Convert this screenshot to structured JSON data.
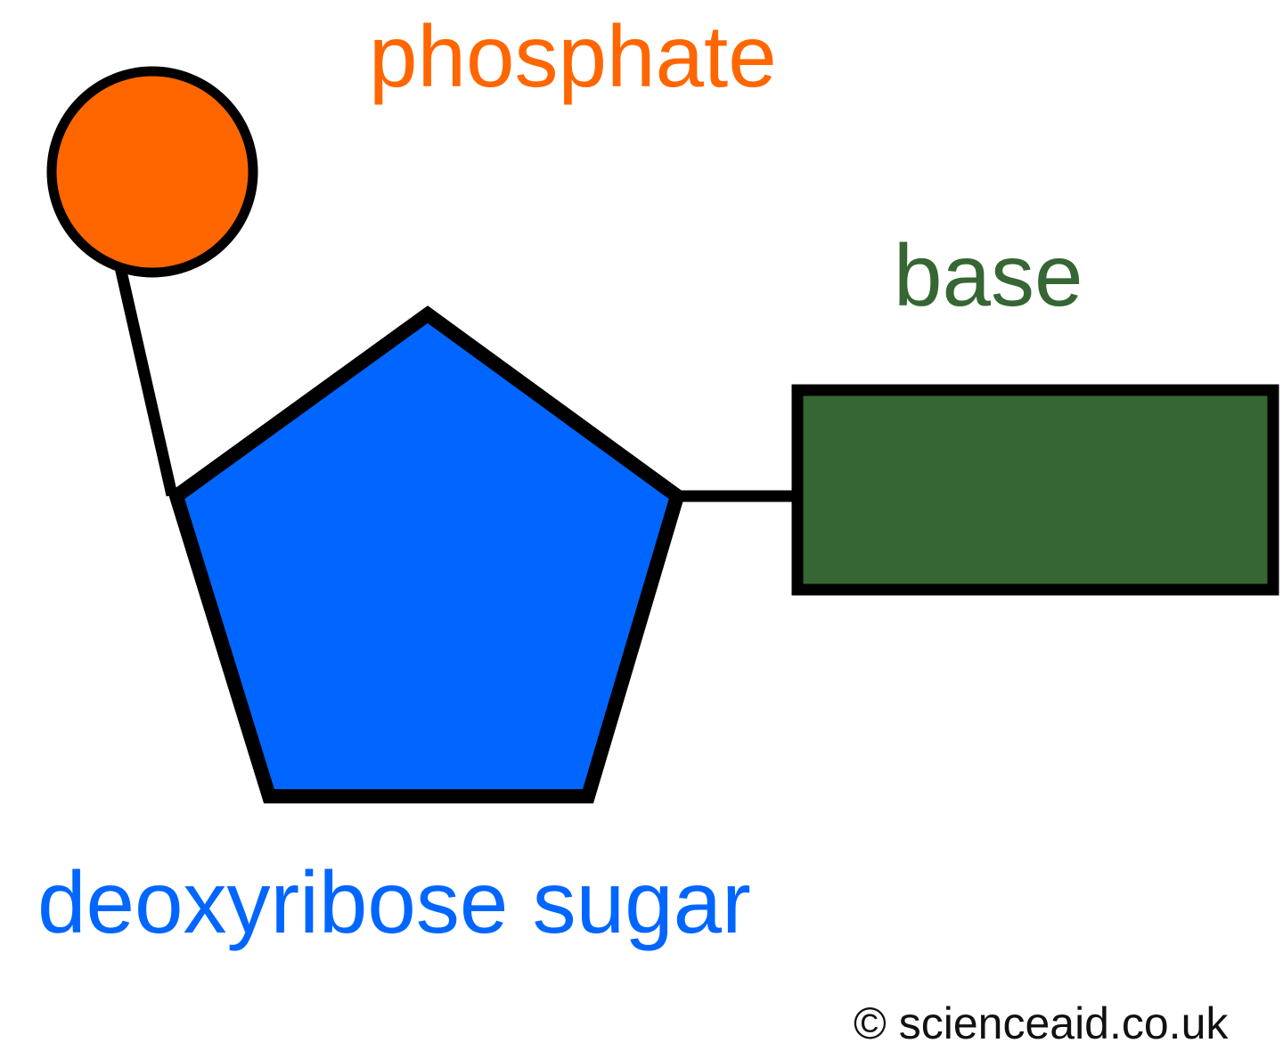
{
  "labels": {
    "phosphate": "phosphate",
    "base": "base",
    "sugar": "deoxyribose sugar",
    "copyright": "© scienceaid.co.uk"
  },
  "colors": {
    "phosphate": "#ff6600",
    "sugar": "#0066ff",
    "base": "#366633",
    "outline": "#000000"
  }
}
